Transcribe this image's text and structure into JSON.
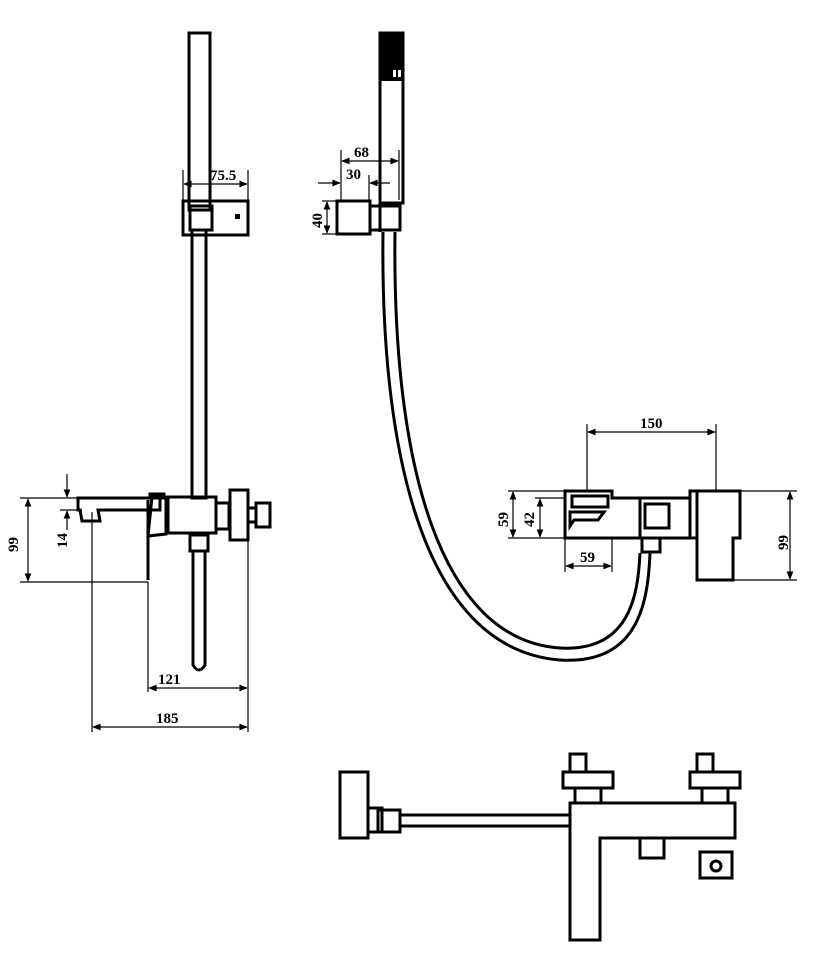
{
  "diagram": {
    "dimensions": {
      "bar_bracket_width": "75.5",
      "holder_depth": "68",
      "holder_offset": "30",
      "holder_height": "40",
      "left_total_height": "99",
      "spout_height": "14",
      "wall_to_spout": "121",
      "overall_depth": "185",
      "centers": "150",
      "mixer_height_59": "59",
      "mixer_height_42": "42",
      "spout_width": "59",
      "right_total_height": "99"
    }
  }
}
